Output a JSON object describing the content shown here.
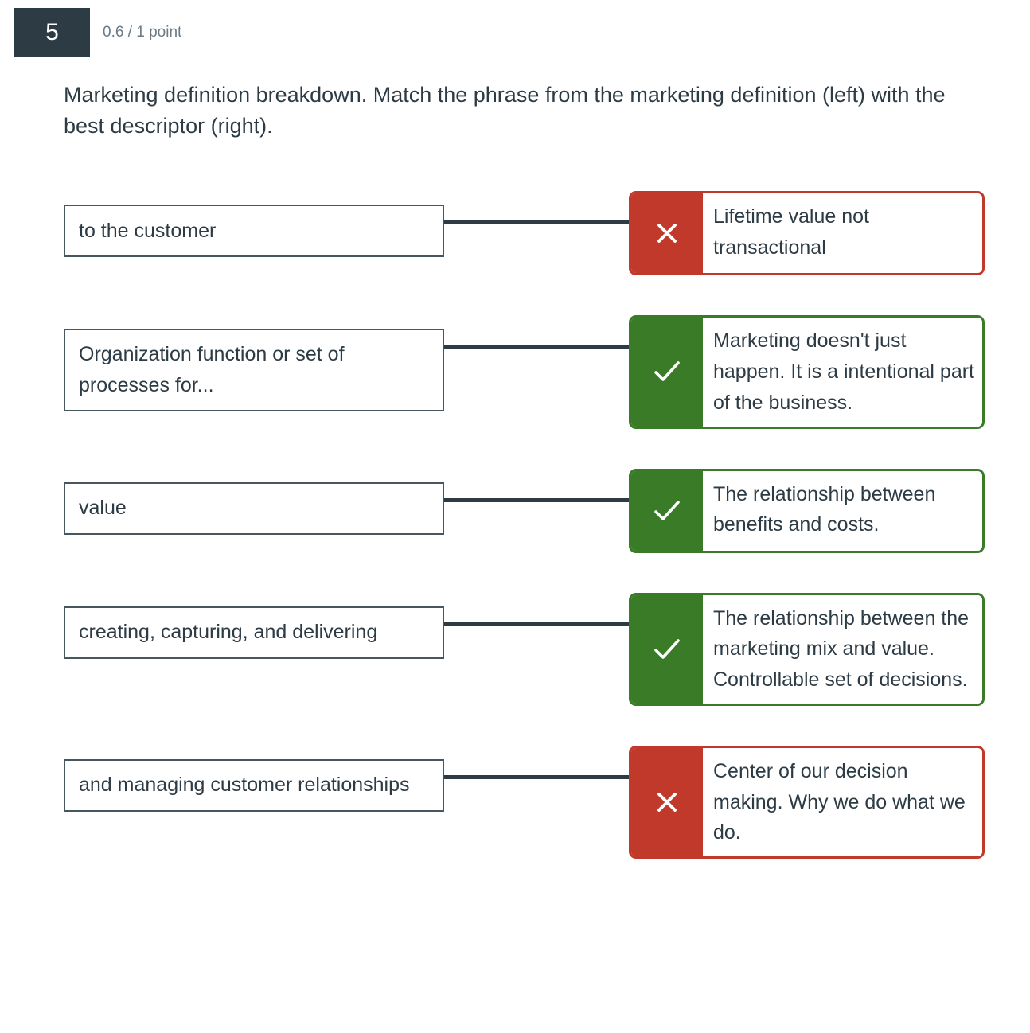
{
  "question": {
    "number": "5",
    "score": "0.6 / 1 point",
    "prompt": "Marketing definition breakdown. Match the phrase from the marketing definition (left) with the best descriptor (right)."
  },
  "colors": {
    "correct": "#3a7b28",
    "incorrect": "#c0392b",
    "ink": "#2d3b45",
    "box_border": "#47565f",
    "connector": "#2d3b45",
    "muted": "#6b7a85"
  },
  "icons": {
    "correct": "check-icon",
    "incorrect": "x-icon"
  },
  "pairs": [
    {
      "phrase": "to the customer",
      "descriptor": "Lifetime value not transactional",
      "result": "incorrect"
    },
    {
      "phrase": "Organization function or set of processes for...",
      "descriptor": "Marketing doesn't just happen. It is a intentional part of the business.",
      "result": "correct"
    },
    {
      "phrase": "value",
      "descriptor": "The relationship between benefits and costs.",
      "result": "correct"
    },
    {
      "phrase": "creating, capturing, and delivering",
      "descriptor": "The relationship between the marketing mix and value. Controllable set of decisions.",
      "result": "correct"
    },
    {
      "phrase": "and managing customer relationships",
      "descriptor": "Center of our decision making. Why we do what we do.",
      "result": "incorrect"
    }
  ]
}
